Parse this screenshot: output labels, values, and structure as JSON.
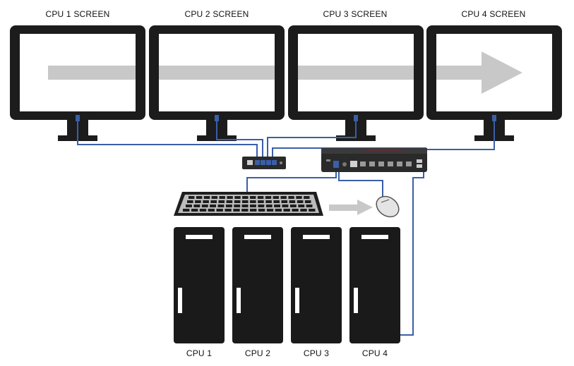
{
  "screens": [
    {
      "label": "CPU 1 SCREEN"
    },
    {
      "label": "CPU 2 SCREEN"
    },
    {
      "label": "CPU 3 SCREEN"
    },
    {
      "label": "CPU 4 SCREEN"
    }
  ],
  "cpus": [
    {
      "label": "CPU 1"
    },
    {
      "label": "CPU 2"
    },
    {
      "label": "CPU 3"
    },
    {
      "label": "CPU 4"
    }
  ],
  "colors": {
    "monitor": "#1c1c1c",
    "screen": "#ffffff",
    "arrow": "#c8c8c8",
    "cable": "#3a5fa8",
    "tower": "#1a1a1a",
    "device": "#2a2a2a"
  }
}
